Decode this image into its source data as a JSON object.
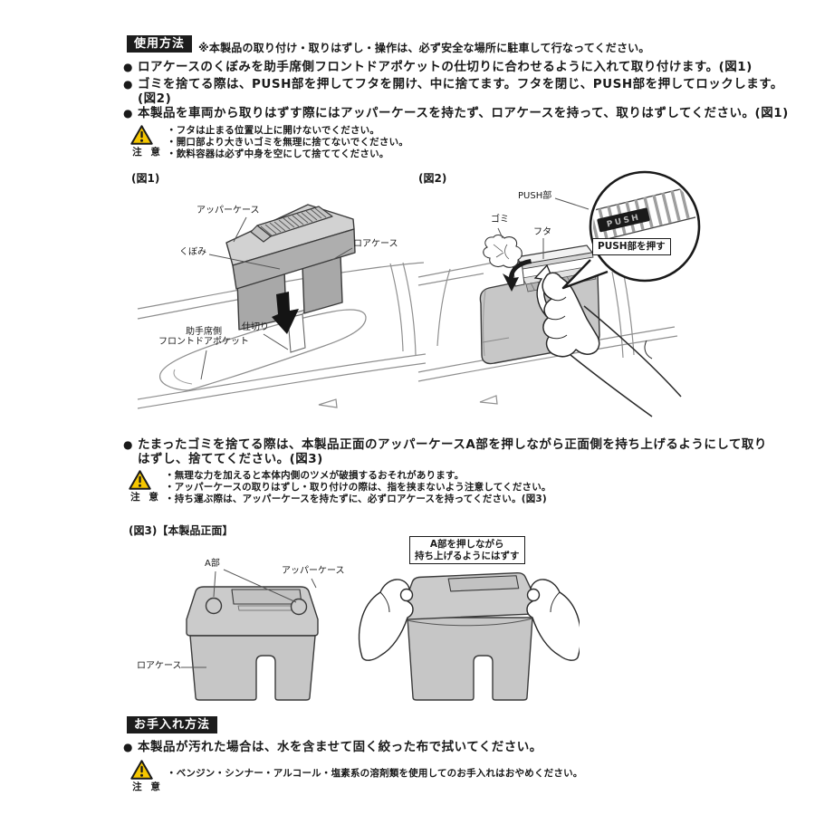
{
  "glyphs": {
    "bullet": "●"
  },
  "colors": {
    "header_bg": "#1c1c1c",
    "caution_yellow": "#f6c700",
    "product_light_gray": "#d2d2d2",
    "product_mid_gray": "#aeaeae",
    "line_gray": "#8f8f8f"
  },
  "usage": {
    "header": "使用方法",
    "note": "※本製品の取り付け・取りはずし・操作は、必ず安全な場所に駐車して行なってください。",
    "bullets": [
      {
        "lines": [
          "ロアケースのくぼみを助手席側フロントドアポケットの仕切りに合わせるように入れて取り付けます。(図1)"
        ]
      },
      {
        "lines": [
          "ゴミを捨てる際は、PUSH部を押してフタを開け、中に捨てます。フタを閉じ、PUSH部を押してロックします。",
          "(図2)"
        ]
      },
      {
        "lines": [
          "本製品を車両から取りはずす際にはアッパーケースを持たず、ロアケースを持って、取りはずしてください。(図1)"
        ]
      }
    ],
    "caution1": {
      "label": "注 意",
      "lines": [
        "・フタは止まる位置以上に開けないでください。",
        "・開口部より大きいゴミを無理に捨てないでください。",
        "・飲料容器は必ず中身を空にして捨ててください。"
      ]
    },
    "bullet4": {
      "lines": [
        "たまったゴミを捨てる際は、本製品正面のアッパーケースA部を押しながら正面側を持ち上げるようにして取り",
        "はずし、捨ててください。(図3)"
      ]
    },
    "caution2": {
      "label": "注 意",
      "lines": [
        "・無理な力を加えると本体内側のツメが破損するおそれがあります。",
        "・アッパーケースの取りはずし・取り付けの際は、指を挟まないよう注意してください。",
        "・持ち運ぶ際は、アッパーケースを持たずに、必ずロアケースを持ってください。(図3)"
      ]
    }
  },
  "fig1": {
    "title": "(図1)",
    "labels": {
      "upper_case": "アッパーケース",
      "recess": "くぼみ",
      "lower_case": "ロアケース",
      "divider": "仕切り",
      "pocket_line1": "助手席側",
      "pocket_line2": "フロントドアポケット"
    }
  },
  "fig2": {
    "title": "(図2)",
    "labels": {
      "push_part": "PUSH部",
      "trash": "ゴミ",
      "lid": "フタ",
      "push_button": "PUSH",
      "callout": "PUSH部を押す"
    }
  },
  "fig3": {
    "title": "(図3)【本製品正面】",
    "labels": {
      "a_part": "A部",
      "upper_case": "アッパーケース",
      "lower_case": "ロアケース",
      "callout_line1": "A部を押しながら",
      "callout_line2": "持ち上げるようにはずす"
    }
  },
  "care": {
    "header": "お手入れ方法",
    "bullet": {
      "lines": [
        "本製品が汚れた場合は、水を含ませて固く絞った布で拭いてください。"
      ]
    },
    "caution": {
      "label": "注 意",
      "lines": [
        "・ベンジン・シンナー・アルコール・塩素系の溶剤類を使用してのお手入れはおやめください。"
      ]
    }
  }
}
